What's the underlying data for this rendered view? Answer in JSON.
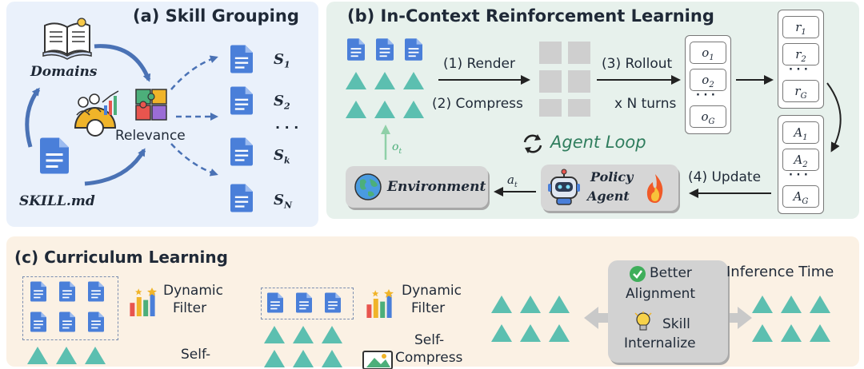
{
  "panel_a": {
    "title": "(a) Skill Grouping",
    "domains_label": "Domains",
    "relevance_label": "Relevance",
    "skill_file_label": "SKILL.md",
    "skill_labels": [
      {
        "letter": "S",
        "sub": "1"
      },
      {
        "letter": "S",
        "sub": "2"
      },
      {
        "letter": "S",
        "sub": "k"
      },
      {
        "letter": "S",
        "sub": "N"
      }
    ],
    "ellipsis": "· · ·"
  },
  "panel_b": {
    "title": "(b) In-Context Reinforcement Learning",
    "render_label": "(1) Render",
    "compress_label": "(2) Compress",
    "rollout_label": "(3) Rollout",
    "turns_label": "x N turns",
    "update_label": "(4) Update",
    "agent_loop_label": "Agent Loop",
    "environment_label": "Environment",
    "policy_line1": "Policy",
    "policy_line2": "Agent",
    "obs_arrow_label": {
      "letter": "o",
      "sub": "t"
    },
    "action_arrow_label": {
      "letter": "a",
      "sub": "t"
    },
    "observations": [
      {
        "letter": "o",
        "sub": "1"
      },
      {
        "letter": "o",
        "sub": "2"
      },
      {
        "letter": "o",
        "sub": "G"
      }
    ],
    "rewards": [
      {
        "letter": "r",
        "sub": "1"
      },
      {
        "letter": "r",
        "sub": "2"
      },
      {
        "letter": "r",
        "sub": "G"
      }
    ],
    "advantages": [
      {
        "letter": "A",
        "sub": "1"
      },
      {
        "letter": "A",
        "sub": "2"
      },
      {
        "letter": "A",
        "sub": "G"
      }
    ],
    "ellipsis": "· · ·"
  },
  "panel_c": {
    "title": "(c) Curriculum Learning",
    "filter_line1": "Dynamic",
    "filter_line2": "Filter",
    "self_label": "Self-",
    "self_compress_line1": "Self-",
    "self_compress_line2": "Compress",
    "better_line1": "Better",
    "better_line2": "Alignment",
    "skill_line1": "Skill",
    "skill_line2": "Internalize",
    "inference_label": "Inference Time"
  },
  "colors": {
    "doc_blue": "#4a7fd9",
    "teal": "#5cbfb0",
    "arrow_blue": "#4a72b5",
    "agent_green": "#2f7d5d",
    "panel_a_bg": "#eaf1fb",
    "panel_b_bg": "#e7f1ec",
    "panel_c_bg": "#fbf1e4"
  }
}
